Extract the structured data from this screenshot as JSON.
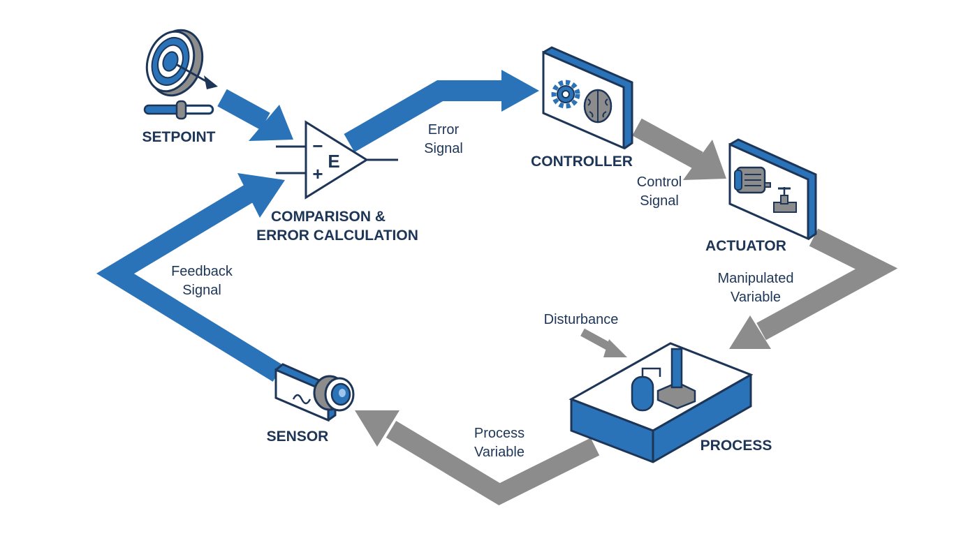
{
  "colors": {
    "forward_path": "#2a73b8",
    "return_path": "#8c8c8c",
    "text": "#1d3557",
    "outline": "#1d3557"
  },
  "nodes": {
    "setpoint": {
      "label": "SETPOINT",
      "icon": "target-icon"
    },
    "comparator": {
      "label_line1": "COMPARISON &",
      "label_line2": "ERROR CALCULATION",
      "minus": "−",
      "plus": "+",
      "symbol": "E"
    },
    "controller": {
      "label": "CONTROLLER",
      "icon": "gear-brain-icon"
    },
    "actuator": {
      "label": "ACTUATOR",
      "icon": "motor-valve-icon"
    },
    "process": {
      "label": "PROCESS",
      "icon": "factory-icon"
    },
    "sensor": {
      "label": "SENSOR",
      "icon": "sensor-icon"
    }
  },
  "signals": {
    "error": {
      "line1": "Error",
      "line2": "Signal"
    },
    "control": {
      "line1": "Control",
      "line2": "Signal"
    },
    "manipulated": {
      "line1": "Manipulated",
      "line2": "Variable"
    },
    "disturbance": {
      "line1": "Disturbance"
    },
    "process_variable": {
      "line1": "Process",
      "line2": "Variable"
    },
    "feedback": {
      "line1": "Feedback",
      "line2": "Signal"
    }
  }
}
